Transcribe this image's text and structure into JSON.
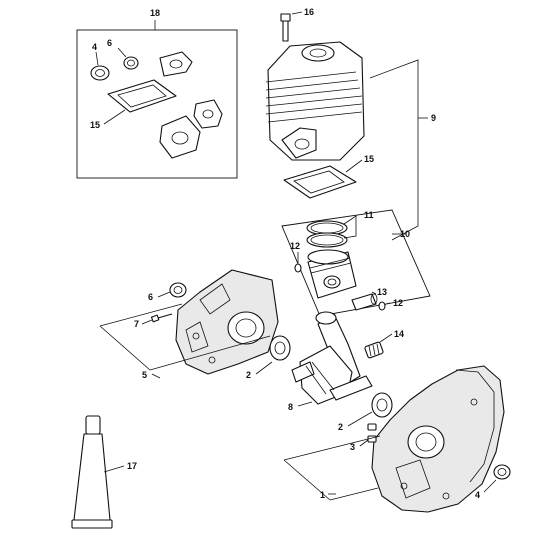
{
  "callouts": {
    "c1": "1",
    "c2a": "2",
    "c2b": "2",
    "c3": "3",
    "c4a": "4",
    "c4b": "4",
    "c5": "5",
    "c6a": "6",
    "c6b": "6",
    "c7": "7",
    "c8": "8",
    "c9": "9",
    "c10": "10",
    "c11": "11",
    "c12a": "12",
    "c12b": "12",
    "c13": "13",
    "c14": "14",
    "c15a": "15",
    "c15b": "15",
    "c16": "16",
    "c17": "17",
    "c18": "18"
  }
}
